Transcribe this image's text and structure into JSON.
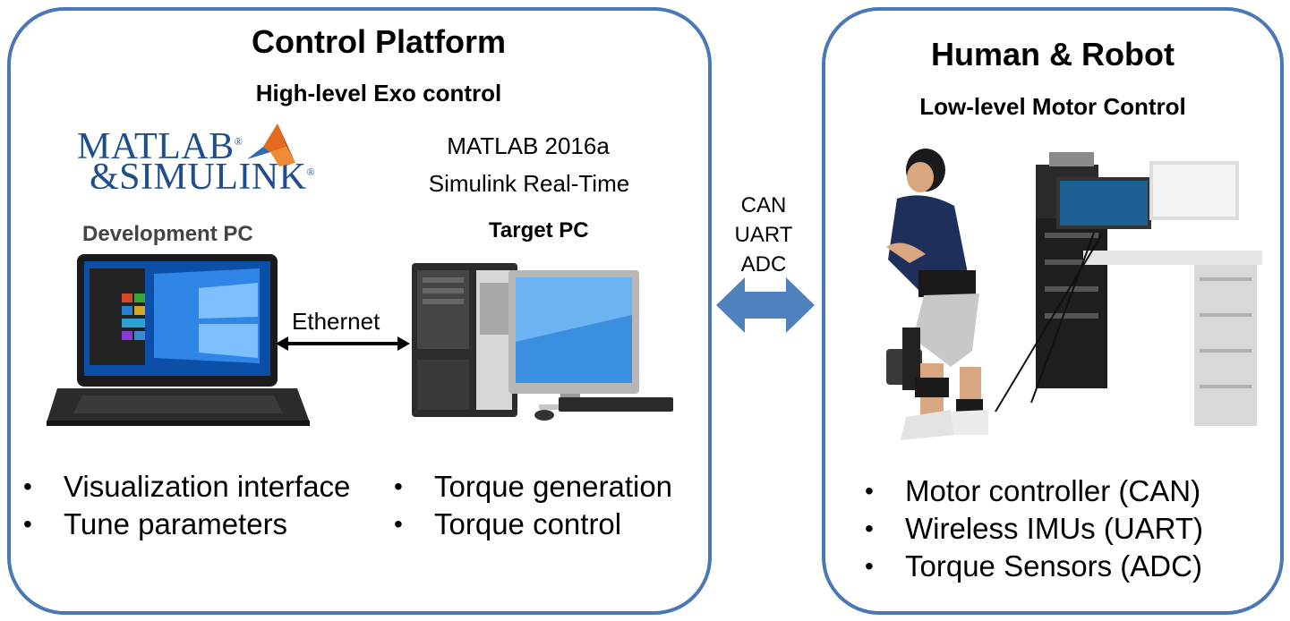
{
  "control_platform": {
    "title": "Control Platform",
    "subtitle": "High-level Exo control",
    "logo": {
      "line1": "MATLAB",
      "reg1": "®",
      "line2": "&SIMULINK",
      "reg2": "®"
    },
    "software": [
      "MATLAB 2016a",
      "Simulink Real-Time"
    ],
    "development_pc_label": "Development PC",
    "target_pc_label": "Target PC",
    "link_label": "Ethernet",
    "dev_bullets": [
      "Visualization interface",
      "Tune parameters"
    ],
    "target_bullets": [
      "Torque generation",
      "Torque control"
    ]
  },
  "comm": {
    "protocols": [
      "CAN",
      "UART",
      "ADC"
    ]
  },
  "human_robot": {
    "title": "Human & Robot",
    "subtitle": "Low-level Motor Control",
    "bullets": [
      "Motor controller (CAN)",
      "Wireless IMUs (UART)",
      "Torque Sensors (ADC)"
    ]
  },
  "colors": {
    "panel_border": "#4a78b5",
    "arrow_fill": "#4f81bd",
    "matlab_blue": "#1f4e8c",
    "matlab_orange": "#e16b1f"
  }
}
